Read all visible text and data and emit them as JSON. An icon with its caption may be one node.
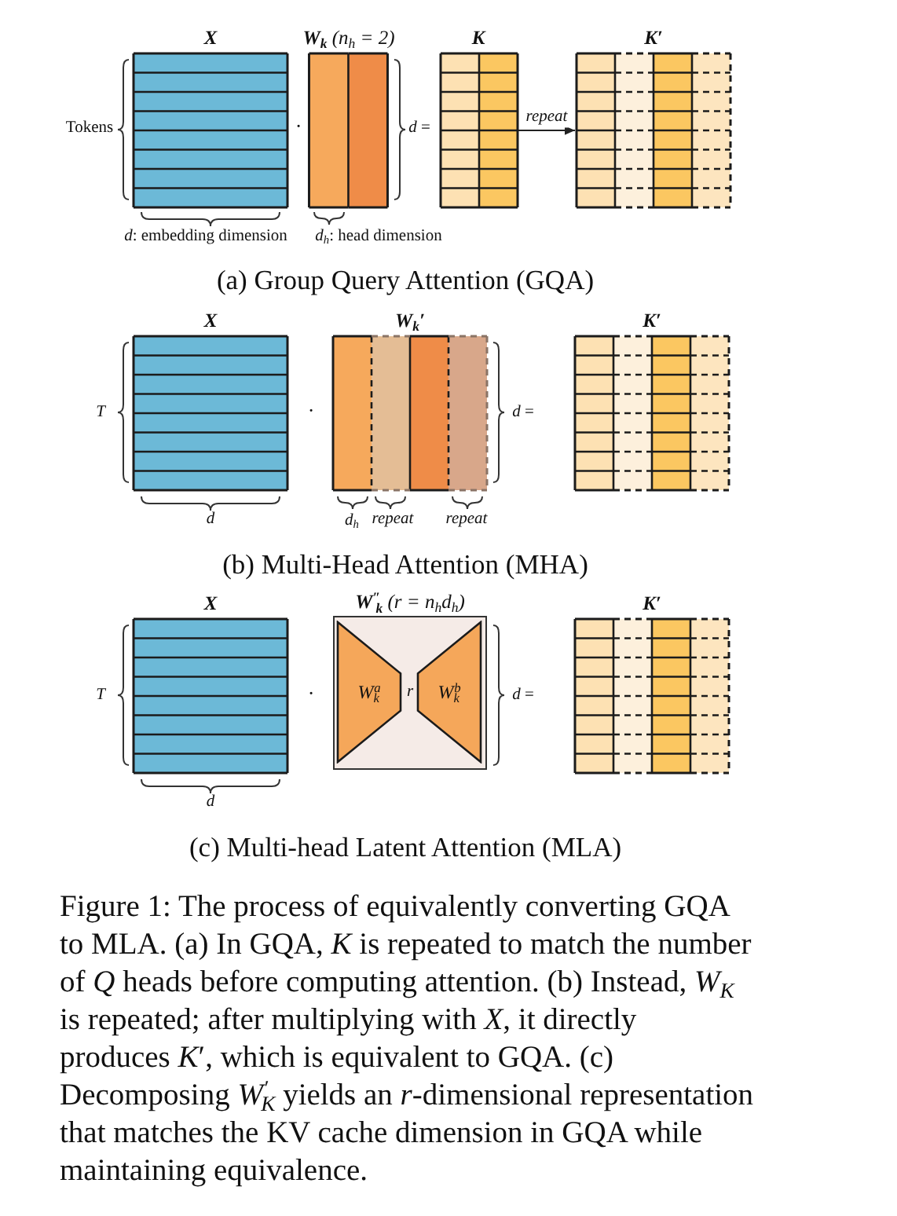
{
  "diagram": {
    "caption": "Figure 1: The process of equivalently converting GQA to MLA. (a) In GQA, *K* is repeated to match the number of *Q* heads before computing attention. (b) Instead, *W$_{K}$* is repeated; after multiplying with *X*, it directly produces *K*′, which is equivalent to GQA. (c) Decomposing *W$^{′}$$_{K}$* yields an *r*-dimensional representation that matches the KV cache dimension in GQA while maintaining equivalence.",
    "nodes": [
      {
        "text": [
          "X"
        ]
      },
      {
        "text": [
          "**W$_{k}$** (n$_{h}$ = 2)"
        ]
      },
      {
        "text": [
          "K"
        ]
      },
      {
        "text": [
          "K′"
        ]
      },
      {
        "text": [
          "X"
        ]
      },
      {
        "text": [
          "W$_{k}$′"
        ]
      },
      {
        "text": [
          "K′"
        ]
      },
      {
        "text": [
          "X"
        ]
      },
      {
        "text": [
          "**W$^{″}$$_{k}$** (r = n$_{h}$d$_{h}$)",
          "r"
        ]
      },
      {
        "text": [
          "W$_{k}$$^{a}$"
        ],
        "in": 8
      },
      {
        "text": [
          "W$_{k}$$^{b}$"
        ],
        "in": 8
      },
      {
        "text": [
          "K′"
        ]
      }
    ],
    "edges": [
      {
        "from": 2,
        "to": 3,
        "arrow": "to",
        "label": "repeat"
      }
    ],
    "labels": [
      "Tokens",
      "·",
      "*d* =",
      "*d*: embedding dimension",
      "*d$_{h}$*: head dimension",
      "(a) Group Query Attention (GQA)",
      "T",
      "·",
      "*d* =",
      "d",
      "d$_{h}$",
      "repeat",
      "repeat",
      "(b) Multi-Head Attention (MHA)",
      "T",
      "·",
      "*d* =",
      "d",
      "(c) Multi-head Latent Attention (MLA)"
    ]
  }
}
